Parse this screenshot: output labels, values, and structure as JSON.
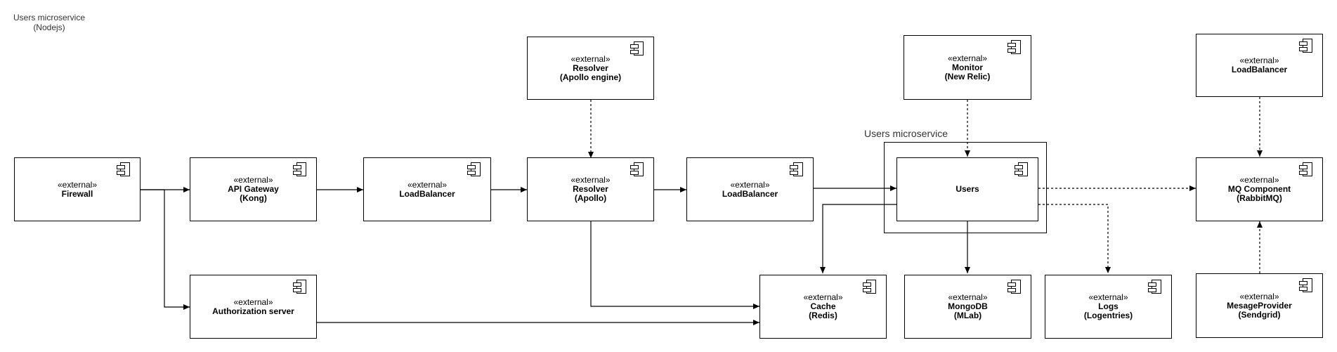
{
  "diagram": {
    "title_line1": "Users microservice",
    "title_line2": "(Nodejs)",
    "group_label": "Users microservice",
    "nodes": {
      "firewall": {
        "stereotype": "«external»",
        "name": "Firewall",
        "sub": ""
      },
      "api_gateway": {
        "stereotype": "«external»",
        "name": "API Gateway",
        "sub": "(Kong)"
      },
      "lb1": {
        "stereotype": "«external»",
        "name": "LoadBalancer",
        "sub": ""
      },
      "resolver_engine": {
        "stereotype": "«external»",
        "name": "Resolver",
        "sub": "(Apollo engine)"
      },
      "resolver": {
        "stereotype": "«external»",
        "name": "Resolver",
        "sub": "(Apollo)"
      },
      "lb2": {
        "stereotype": "«external»",
        "name": "LoadBalancer",
        "sub": ""
      },
      "monitor": {
        "stereotype": "«external»",
        "name": "Monitor",
        "sub": "(New Relic)"
      },
      "users": {
        "stereotype": "",
        "name": "Users",
        "sub": ""
      },
      "lb3": {
        "stereotype": "«external»",
        "name": "LoadBalancer",
        "sub": ""
      },
      "mq": {
        "stereotype": "«external»",
        "name": "MQ Component",
        "sub": "(RabbitMQ)"
      },
      "auth": {
        "stereotype": "«external»",
        "name": "Authorization server",
        "sub": ""
      },
      "cache": {
        "stereotype": "«external»",
        "name": "Cache",
        "sub": "(Redis)"
      },
      "mongo": {
        "stereotype": "«external»",
        "name": "MongoDB",
        "sub": "(MLab)"
      },
      "logs": {
        "stereotype": "«external»",
        "name": "Logs",
        "sub": "(Logentries)"
      },
      "mesage_provider": {
        "stereotype": "«external»",
        "name": "MesageProvider",
        "sub": "(Sendgrid)"
      }
    }
  }
}
